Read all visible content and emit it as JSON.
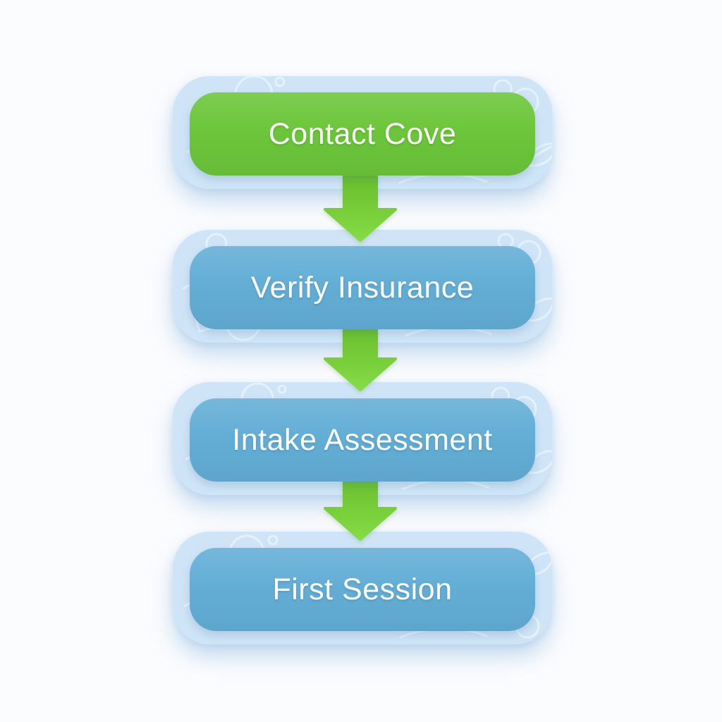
{
  "page": {
    "background_color": "#fbfcfe"
  },
  "flowchart": {
    "type": "flowchart",
    "direction": "top-down",
    "container_fill": "#cfe5f7",
    "arrow": {
      "shape": "down-arrow",
      "color_top": "#68be2b",
      "color_bottom": "#86dc46"
    },
    "steps": [
      {
        "label": "Contact Cove",
        "fill": "#6cc63a",
        "text_color": "#ffffff"
      },
      {
        "label": "Verify Insurance",
        "fill": "#63aed6",
        "text_color": "#ffffff"
      },
      {
        "label": "Intake Assessment",
        "fill": "#63aed6",
        "text_color": "#ffffff"
      },
      {
        "label": "First Session",
        "fill": "#63aed6",
        "text_color": "#ffffff"
      }
    ],
    "connections": [
      {
        "from": "Contact Cove",
        "to": "Verify Insurance"
      },
      {
        "from": "Verify Insurance",
        "to": "Intake Assessment"
      },
      {
        "from": "Intake Assessment",
        "to": "First Session"
      }
    ]
  }
}
